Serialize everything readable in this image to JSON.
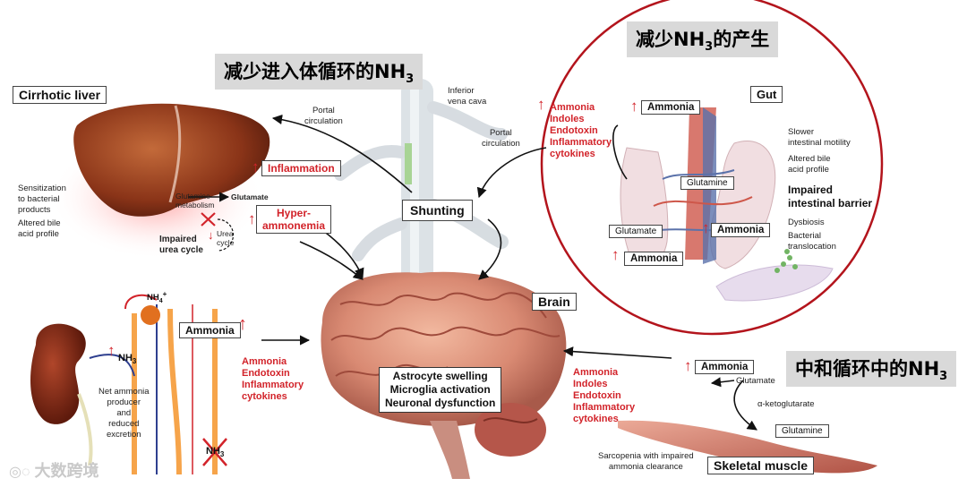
{
  "banners": {
    "reduce_entry": "减少进入体循环的NH",
    "reduce_entry_sub": "3",
    "reduce_production": "减少NH",
    "reduce_production_sub": "3",
    "reduce_production_tail": "的产生",
    "neutralize": "中和循环中的NH",
    "neutralize_sub": "3"
  },
  "liver": {
    "title": "Cirrhotic liver",
    "notes": [
      "Sensitization",
      "to bacterial",
      "products",
      "Altered bile",
      "acid profile"
    ],
    "glutamine_metabolism": [
      "Glutamine",
      "metabolism"
    ],
    "glutamate": "Glutamate",
    "impaired_urea": [
      "Impaired",
      "urea cycle"
    ],
    "urea_cycle": [
      "Urea",
      "cycle"
    ]
  },
  "center": {
    "inflammation": "Inflammation",
    "hyperammonemia": [
      "Hyper-",
      "ammonemia"
    ],
    "portal_circulation_left": [
      "Portal",
      "circulation"
    ],
    "portal_circulation_right": [
      "Portal",
      "circulation"
    ],
    "ivc": [
      "Inferior",
      "vena cava"
    ],
    "shunting": "Shunting"
  },
  "gut": {
    "title": "Gut",
    "left_factors": [
      "Ammonia",
      "Indoles",
      "Endotoxin",
      "Inflammatory",
      "cytokines"
    ],
    "ammonia_top": "Ammonia",
    "glutamine": "Glutamine",
    "glutamate": "Glutamate",
    "ammonia_right": "Ammonia",
    "ammonia_bottom": "Ammonia",
    "notes": [
      "Slower",
      "intestinal motility",
      "Altered bile",
      "acid profile"
    ],
    "impaired_barrier": [
      "Impaired",
      "intestinal barrier"
    ],
    "dysbiosis": [
      "Dysbiosis",
      "Bacterial",
      "translocation"
    ]
  },
  "kidney": {
    "nh4": "NH",
    "nh4_sup": "4",
    "nh4_plus": "+",
    "ammonia": "Ammonia",
    "nh3": "NH",
    "nh3_sub": "3",
    "notes": [
      "Net ammonia",
      "producer",
      "and",
      "reduced",
      "excretion"
    ],
    "factors": [
      "Ammonia",
      "Endotoxin",
      "Inflammatory",
      "cytokines"
    ],
    "crossed_nh3": "NH",
    "crossed_nh3_sub": "3"
  },
  "brain": {
    "title": "Brain",
    "effects": [
      "Astrocyte swelling",
      "Microglia activation",
      "Neuronal dysfunction"
    ]
  },
  "muscle": {
    "factors": [
      "Ammonia",
      "Indoles",
      "Endotoxin",
      "Inflammatory",
      "cytokines"
    ],
    "ammonia": "Ammonia",
    "glutamate": "Glutamate",
    "aketo": "α-ketoglutarate",
    "glutamine": "Glutamine",
    "sarcopenia": [
      "Sarcopenia with impaired",
      "ammonia clearance"
    ],
    "title": "Skeletal muscle"
  },
  "watermark": "大数跨境",
  "colors": {
    "accent_red": "#d2232a",
    "circle": "#b3141c",
    "banner": "#d9d9d9"
  }
}
